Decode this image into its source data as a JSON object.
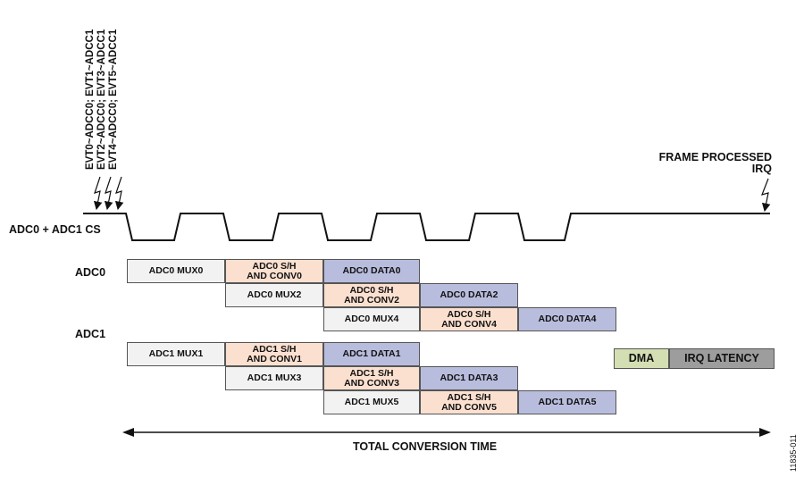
{
  "event_labels": [
    "EVT0~ADCC0; EVT1~ADCC1",
    "EVT2~ADCC0; EVT3~ADCC1",
    "EVT4~ADCC0; EVT5~ADCC1"
  ],
  "frame_processed_irq": [
    "FRAME PROCESSED",
    "IRQ"
  ],
  "cs_label": "ADC0 + ADC1 CS",
  "adc0_label": "ADC0",
  "adc1_label": "ADC1",
  "adc0_rows": [
    [
      "ADC0 MUX0",
      "ADC0 S/H\nAND CONV0",
      "ADC0 DATA0"
    ],
    [
      "ADC0 MUX2",
      "ADC0 S/H\nAND CONV2",
      "ADC0 DATA2"
    ],
    [
      "ADC0 MUX4",
      "ADC0 S/H\nAND CONV4",
      "ADC0 DATA4"
    ]
  ],
  "adc1_rows": [
    [
      "ADC1 MUX1",
      "ADC1 S/H\nAND CONV1",
      "ADC1 DATA1"
    ],
    [
      "ADC1 MUX3",
      "ADC1 S/H\nAND CONV3",
      "ADC1 DATA3"
    ],
    [
      "ADC1 MUX5",
      "ADC1 S/H\nAND CONV5",
      "ADC1 DATA5"
    ]
  ],
  "dma_label": "DMA",
  "irq_latency_label": "IRQ LATENCY",
  "total_label": "TOTAL CONVERSION TIME",
  "figure_id": "11835-011",
  "colors": {
    "mux": "#f2f2f2",
    "sh": "#fbe0d0",
    "data": "#b9bddd",
    "dma": "#d3deb3",
    "irq_latency": "#9d9d9d"
  }
}
